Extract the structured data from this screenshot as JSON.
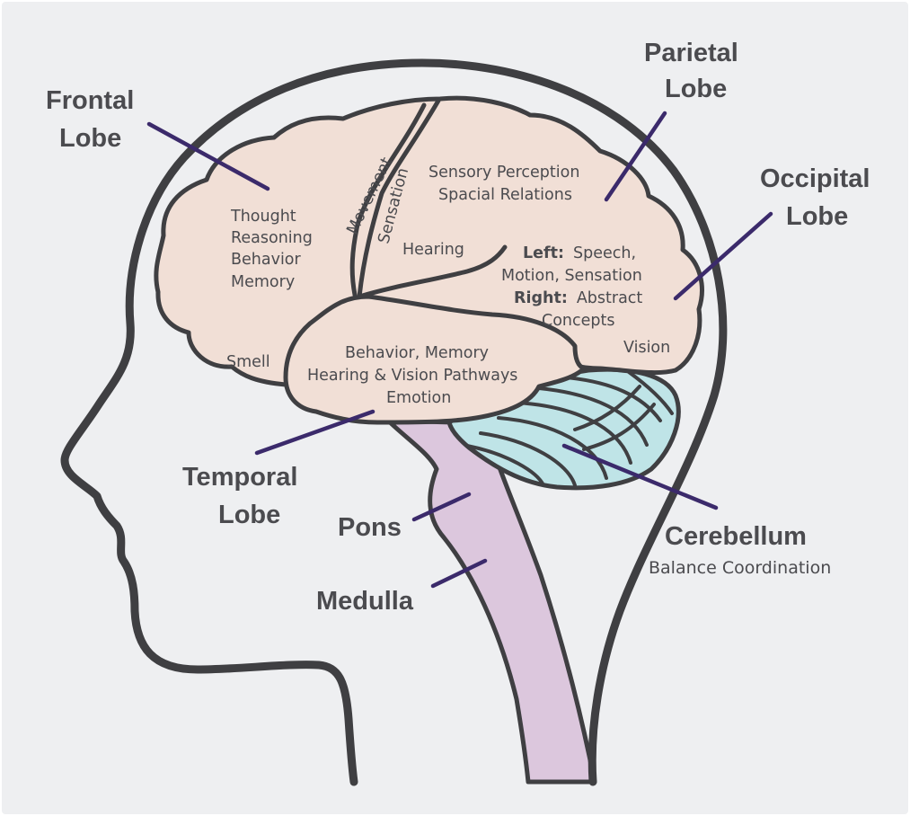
{
  "colors": {
    "background": "#eeeff1",
    "outline": "#3f3f42",
    "brain": "#f1dfd6",
    "cerebellum": "#bfe4e7",
    "brainstem": "#dcc7dd",
    "pointer": "#3b2a6b",
    "text": "#4b4b4f"
  },
  "labels": {
    "frontal": [
      "Frontal",
      "Lobe"
    ],
    "parietal": [
      "Parietal",
      "Lobe"
    ],
    "occipital": [
      "Occipital",
      "Lobe"
    ],
    "temporal": [
      "Temporal",
      "Lobe"
    ],
    "pons": "Pons",
    "medulla": "Medulla",
    "cerebellum": "Cerebellum",
    "cerebellum_sub": "Balance Coordination"
  },
  "regions": {
    "frontal": [
      "Thought",
      "Reasoning",
      "Behavior",
      "Memory"
    ],
    "smell": "Smell",
    "movement": "Movement",
    "sensation": "Sensation",
    "parietal": [
      "Sensory Perception",
      "Spacial Relations"
    ],
    "hearing": "Hearing",
    "lateral": {
      "left_label": "Left:",
      "left_text_1": "Speech,",
      "left_text_2": "Motion, Sensation",
      "right_label": "Right:",
      "right_text_1": "Abstract",
      "right_text_2": "Concepts"
    },
    "vision": "Vision",
    "temporal": [
      "Behavior, Memory",
      "Hearing & Vision Pathways",
      "Emotion"
    ]
  }
}
